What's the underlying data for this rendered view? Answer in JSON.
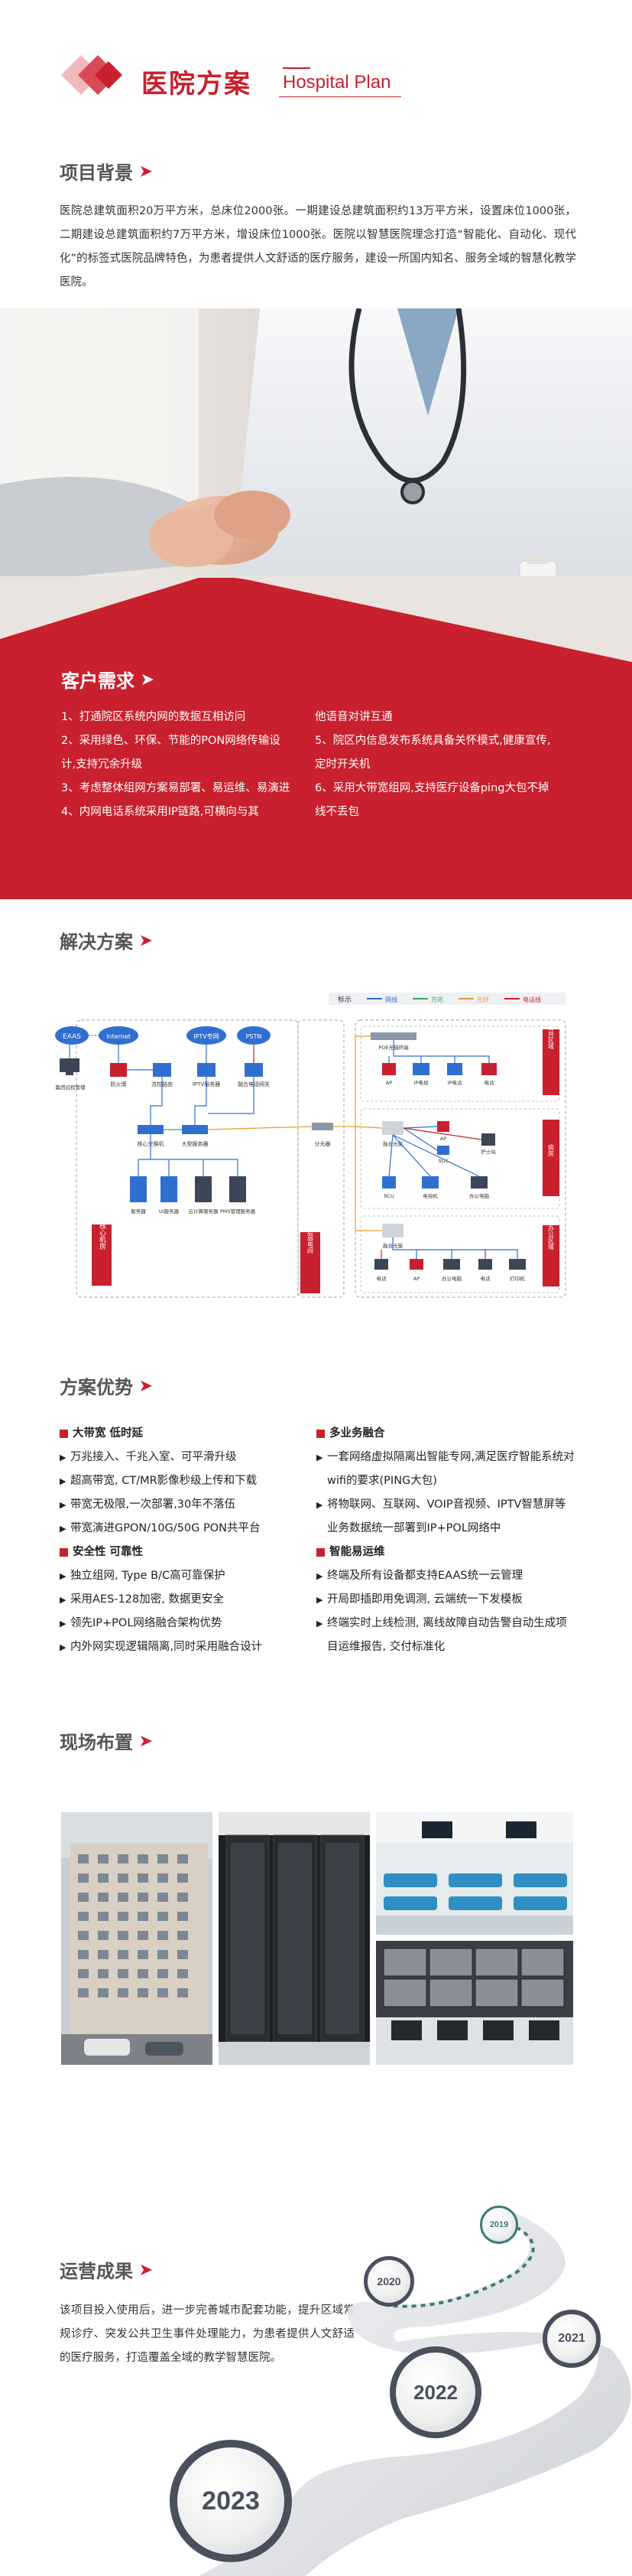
{
  "header": {
    "title_cn": "医院方案",
    "title_en": "Hospital Plan"
  },
  "background": {
    "title": "项目背景",
    "text": "医院总建筑面积20万平方米，总床位2000张。一期建设总建筑面积约13万平方米，设置床位1000张，二期建设总建筑面积约7万平方米，增设床位1000张。医院以智慧医院理念打造“智能化、自动化、现代化”的标签式医院品牌特色，为患者提供人文舒适的医疗服务，建设一所国内知名、服务全域的智慧化教学医院。"
  },
  "requirements": {
    "title": "客户需求",
    "left": [
      "1、打通院区系统内网的数据互相访问",
      "2、采用绿色、环保、节能的PON网络传输设计,支持冗余升级",
      "3、考虑整体组网方案易部署、易运维、易演进",
      "4、内网电话系统采用IP链路,可横向与其"
    ],
    "right": [
      "他语音对讲互通",
      "5、院区内信息发布系统具备关怀模式,健康宣传,定时开关机",
      "6、采用大带宽组网,支持医疗设备ping大包不掉线不丢包"
    ]
  },
  "solution": {
    "title": "解决方案",
    "legend": {
      "label": "标示",
      "items": [
        {
          "name": "网线",
          "color": "#2f6fd0"
        },
        {
          "name": "万兆",
          "color": "#3aa64a"
        },
        {
          "name": "光纤",
          "color": "#e89a2c"
        },
        {
          "name": "电话线",
          "color": "#c8202d"
        }
      ]
    },
    "nodes": {
      "eaas": "EAAS",
      "internet": "Internet",
      "iptv": "IPTV专网",
      "pstn": "PSTN",
      "firewall": "防火墙",
      "flow_control": "流控路由",
      "iptv_server": "IPTV服务器",
      "converge_gw": "融合电话网关",
      "remote_pc": "集团远程管理",
      "core_switch": "核心交换机",
      "large_server": "大型服务器",
      "splitter": "分光器",
      "olt": "POE光猫终端",
      "ap": "AP",
      "tv": "IP电视",
      "phone": "IP电话",
      "phone2": "电话",
      "converge_onu": "融合光猫",
      "ap2": "AP",
      "sos": "SOS",
      "nurse_call": "护士站",
      "rcu": "RCU",
      "monitor": "电视机",
      "office_pc": "办公电脑",
      "converge_onu2": "融合光猫",
      "public_phone": "电话",
      "ap3": "AP",
      "office_pc2": "办公电脑",
      "phone3": "电话",
      "printer": "打印机",
      "s1": "服务器",
      "s2": "UI服务器",
      "s3": "云计算服务器",
      "s4": "PMS管理服务器",
      "data_center": "核心机房",
      "weak_room": "楼层弱电间",
      "zone_public": "公共区域",
      "zone_ward": "病房",
      "zone_office": "办公区域"
    }
  },
  "advantages": {
    "title": "方案优势",
    "left": [
      {
        "type": "head",
        "text": "大带宽 低时延"
      },
      {
        "type": "item",
        "text": "万兆接入、千兆入室、可平滑升级"
      },
      {
        "type": "item",
        "text": "超高带宽, CT/MR影像秒级上传和下载"
      },
      {
        "type": "item",
        "text": "带宽无极限,一次部署,30年不落伍"
      },
      {
        "type": "item",
        "text": "带宽演进GPON/10G/50G PON共平台"
      },
      {
        "type": "head",
        "text": "安全性 可靠性"
      },
      {
        "type": "item",
        "text": "独立组网, Type B/C高可靠保护"
      },
      {
        "type": "item",
        "text": "采用AES-128加密, 数据更安全"
      },
      {
        "type": "item",
        "text": "领先IP+POL网络融合架构优势"
      },
      {
        "type": "item",
        "text": "内外网实现逻辑隔离,同时采用融合设计"
      }
    ],
    "right": [
      {
        "type": "head",
        "text": "多业务融合"
      },
      {
        "type": "item",
        "text": "一套网络虚拟隔离出智能专网,满足医疗智能系统对wifi的要求(PING大包)"
      },
      {
        "type": "item",
        "text": "将物联网、互联网、VOIP音视频、IPTV智慧屏等 业务数据统一部署到IP+POL网络中"
      },
      {
        "type": "head",
        "text": "智能易运维"
      },
      {
        "type": "item",
        "text": "终端及所有设备都支持EAAS统一云管理"
      },
      {
        "type": "item",
        "text": "开局即插即用免调测, 云端统一下发模板"
      },
      {
        "type": "item",
        "text": "终端实时上线检测, 离线故障自动告警自动生成项目运维报告, 交付标准化"
      }
    ]
  },
  "site": {
    "title": "现场布置"
  },
  "results": {
    "title": "运营成果",
    "text": "该项目投入使用后，进一步完善城市配套功能，提升区域常规诊疗、突发公共卫生事件处理能力，为患者提供人文舒适的医疗服务，打造覆盖全域的教学智慧医院。",
    "years": [
      "2019",
      "2020",
      "2021",
      "2022",
      "2023"
    ]
  },
  "colors": {
    "brand_red": "#c8202d",
    "dark_gray": "#555555"
  }
}
